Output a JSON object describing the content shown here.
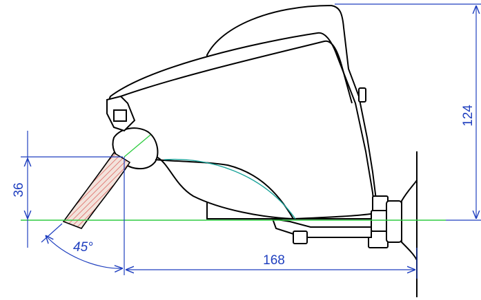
{
  "dimensions": {
    "height_total": "124",
    "hose_offset": "36",
    "depth": "168",
    "angle": "45°"
  },
  "colors": {
    "dimension": "#1f3fbf",
    "outline": "#000000",
    "centerline": "#2ecc40",
    "arc": "#1aa39a",
    "hose_fill": "#f3e3dc",
    "hose_hatch": "#d9534f"
  }
}
